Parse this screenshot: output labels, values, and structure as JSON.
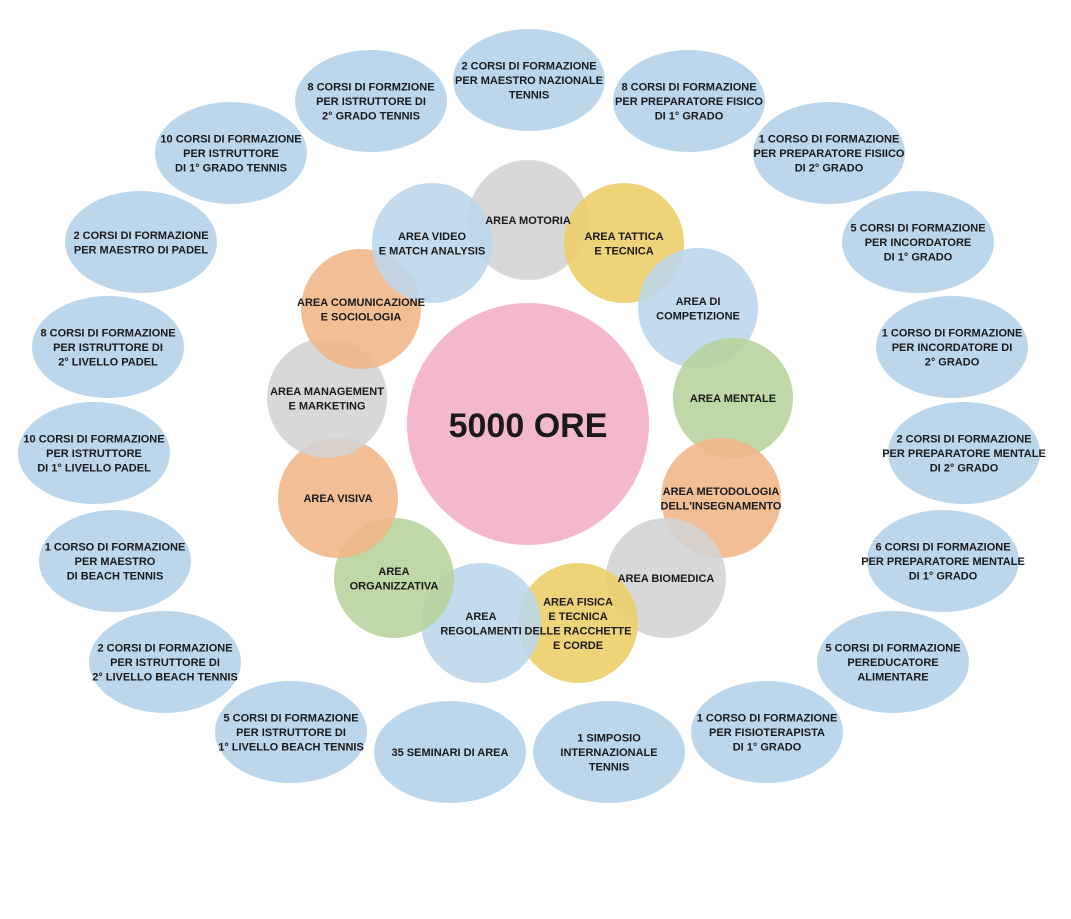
{
  "center": {
    "label": "5000 ORE",
    "color": "#f3b8ca"
  },
  "colors": {
    "blue": "#bcd6ec",
    "grey": "#d3d3d3",
    "yellow": "#eccd66",
    "orange": "#f0b587",
    "green": "#b7d19b"
  },
  "areas": [
    {
      "id": "area-motoria",
      "lines": [
        "AREA MOTORIA"
      ],
      "color": "grey"
    },
    {
      "id": "area-tattica-tecnica",
      "lines": [
        "AREA TATTICA",
        "E TECNICA"
      ],
      "color": "yellow"
    },
    {
      "id": "area-competizione",
      "lines": [
        "AREA DI",
        "COMPETIZIONE"
      ],
      "color": "blue"
    },
    {
      "id": "area-mentale",
      "lines": [
        "AREA MENTALE"
      ],
      "color": "green"
    },
    {
      "id": "area-metodologia",
      "lines": [
        "AREA METODOLOGIA",
        "DELL'INSEGNAMENTO"
      ],
      "color": "orange"
    },
    {
      "id": "area-biomedica",
      "lines": [
        "AREA BIOMEDICA"
      ],
      "color": "grey"
    },
    {
      "id": "area-fisica-tecnica",
      "lines": [
        "AREA FISICA",
        "E TECNICA",
        "DELLE RACCHETTE",
        "E CORDE"
      ],
      "color": "yellow"
    },
    {
      "id": "area-regolamenti",
      "lines": [
        "AREA",
        "REGOLAMENTI"
      ],
      "color": "blue"
    },
    {
      "id": "area-organizzativa",
      "lines": [
        "AREA",
        "ORGANIZZATIVA"
      ],
      "color": "green"
    },
    {
      "id": "area-visiva",
      "lines": [
        "AREA VISIVA"
      ],
      "color": "orange"
    },
    {
      "id": "area-management",
      "lines": [
        "AREA MANAGEMENT",
        "E MARKETING"
      ],
      "color": "grey"
    },
    {
      "id": "area-comunicazione",
      "lines": [
        "AREA COMUNICAZIONE",
        "E SOCIOLOGIA"
      ],
      "color": "orange"
    },
    {
      "id": "area-video",
      "lines": [
        "AREA VIDEO",
        "E MATCH ANALYSIS"
      ],
      "color": "blue"
    }
  ],
  "courses": [
    {
      "id": "maestro-nazionale-tennis",
      "lines": [
        "2 CORSI DI FORMAZIONE",
        "PER MAESTRO NAZIONALE",
        "TENNIS"
      ]
    },
    {
      "id": "preparatore-fisico-1",
      "lines": [
        "8 CORSI DI FORMAZIONE",
        "PER PREPARATORE FISICO",
        "DI 1° GRADO"
      ]
    },
    {
      "id": "preparatore-fisico-2",
      "lines": [
        "1 CORSO DI FORMAZIONE",
        "PER PREPARATORE FISIICO",
        "DI 2° GRADO"
      ]
    },
    {
      "id": "incordatore-1",
      "lines": [
        "5 CORSI DI FORMAZIONE",
        "PER INCORDATORE",
        "DI 1° GRADO"
      ]
    },
    {
      "id": "incordatore-2",
      "lines": [
        "1 CORSO DI FORMAZIONE",
        "PER INCORDATORE DI",
        "2° GRADO"
      ]
    },
    {
      "id": "preparatore-mentale-2",
      "lines": [
        "2 CORSI  DI FORMAZIONE",
        "PER PREPARATORE MENTALE",
        "DI 2° GRADO"
      ]
    },
    {
      "id": "preparatore-mentale-1",
      "lines": [
        "6 CORSI  DI FORMAZIONE",
        "PER PREPARATORE MENTALE",
        "DI 1° GRADO"
      ]
    },
    {
      "id": "pereducatore-alimentare",
      "lines": [
        "5 CORSI DI FORMAZIONE",
        "PEREDUCATORE",
        "ALIMENTARE"
      ]
    },
    {
      "id": "fisioterapista-1",
      "lines": [
        "1 CORSO DI FORMAZIONE",
        "PER FISIOTERAPISTA",
        "DI 1° GRADO"
      ]
    },
    {
      "id": "simposio-internazionale",
      "lines": [
        "1 SIMPOSIO",
        "INTERNAZIONALE",
        "TENNIS"
      ]
    },
    {
      "id": "seminari-area",
      "lines": [
        "35 SEMINARI DI AREA"
      ]
    },
    {
      "id": "istruttore-beach-1",
      "lines": [
        "5 CORSI DI FORMAZIONE",
        "PER ISTRUTTORE DI",
        "1° LIVELLO BEACH TENNIS"
      ]
    },
    {
      "id": "istruttore-beach-2",
      "lines": [
        "2 CORSI DI FORMAZIONE",
        "PER ISTRUTTORE DI",
        "2° LIVELLO BEACH TENNIS"
      ]
    },
    {
      "id": "maestro-beach-tennis",
      "lines": [
        "1 CORSO DI FORMAZIONE",
        "PER MAESTRO",
        "DI BEACH TENNIS"
      ]
    },
    {
      "id": "istruttore-padel-1",
      "lines": [
        "10 CORSI DI FORMAZIONE",
        "PER ISTRUTTORE",
        "DI 1° LIVELLO PADEL"
      ]
    },
    {
      "id": "istruttore-padel-2",
      "lines": [
        "8 CORSI DI FORMAZIONE",
        "PER ISTRUTTORE DI",
        "2° LIVELLO PADEL"
      ]
    },
    {
      "id": "maestro-padel",
      "lines": [
        "2 CORSI DI FORMAZIONE",
        "PER MAESTRO DI PADEL"
      ]
    },
    {
      "id": "istruttore-tennis-1",
      "lines": [
        "10 CORSI DI FORMAZIONE",
        "PER ISTRUTTORE",
        "DI 1° GRADO TENNIS"
      ]
    },
    {
      "id": "istruttore-tennis-2",
      "lines": [
        "8 CORSI DI FORMZIONE",
        "PER ISTRUTTORE DI",
        "2° GRADO TENNIS"
      ]
    }
  ]
}
